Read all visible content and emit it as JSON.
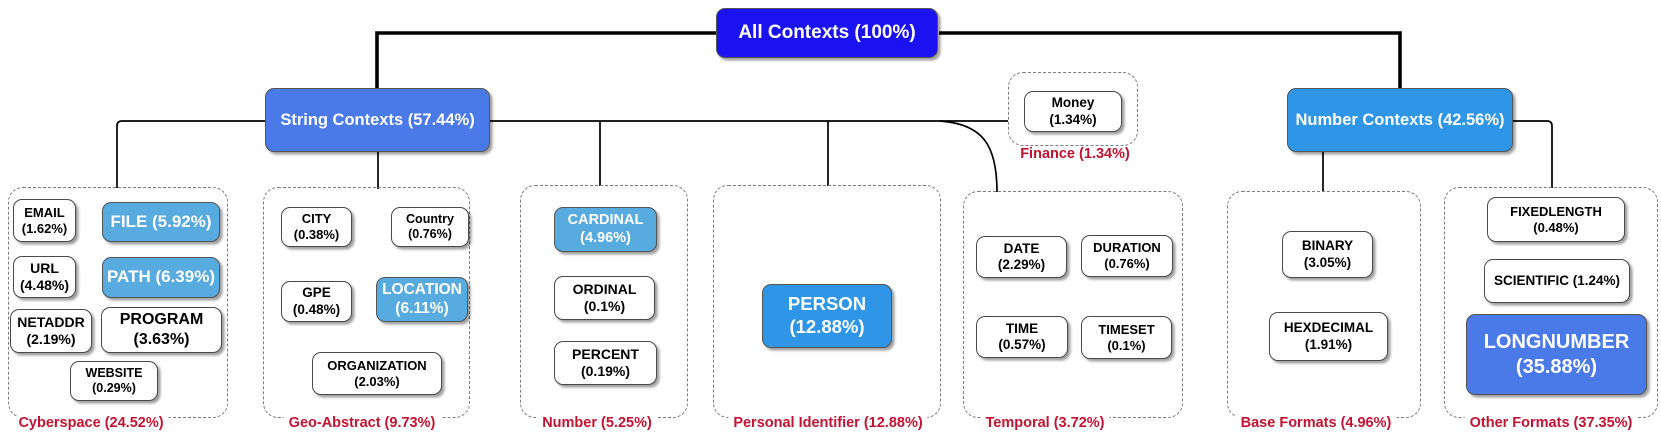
{
  "colors": {
    "root_blue": "#1a12f0",
    "string_branch_blue": "#4a79e8",
    "number_branch_blue": "#2f96e7",
    "highlight_sky_blue": "#58abdf",
    "group_label_red": "#c21330",
    "connector_black": "#000000"
  },
  "root": {
    "label": "All Contexts (100%)"
  },
  "branches": {
    "string": {
      "label": "String Contexts (57.44%)"
    },
    "number": {
      "label": "Number Contexts (42.56%)"
    }
  },
  "finance": {
    "label": "Finance (1.34%)",
    "money": {
      "line1": "Money",
      "line2": "(1.34%)"
    }
  },
  "groups": [
    {
      "label": "Cyberspace (24.52%)",
      "nodes": [
        {
          "line1": "EMAIL",
          "line2": "(1.62%)"
        },
        {
          "line1": "FILE (5.92%)",
          "line2": ""
        },
        {
          "line1": "URL",
          "line2": "(4.48%)"
        },
        {
          "line1": "PATH (6.39%)",
          "line2": ""
        },
        {
          "line1": "NETADDR",
          "line2": "(2.19%)"
        },
        {
          "line1": "PROGRAM",
          "line2": "(3.63%)"
        },
        {
          "line1": "WEBSITE",
          "line2": "(0.29%)"
        }
      ]
    },
    {
      "label": "Geo-Abstract (9.73%)",
      "nodes": [
        {
          "line1": "CITY",
          "line2": "(0.38%)"
        },
        {
          "line1": "Country",
          "line2": "(0.76%)"
        },
        {
          "line1": "GPE",
          "line2": "(0.48%)"
        },
        {
          "line1": "LOCATION",
          "line2": "(6.11%)"
        },
        {
          "line1": "ORGANIZATION",
          "line2": "(2.03%)"
        }
      ]
    },
    {
      "label": "Number (5.25%)",
      "nodes": [
        {
          "line1": "CARDINAL",
          "line2": "(4.96%)"
        },
        {
          "line1": "ORDINAL",
          "line2": "(0.1%)"
        },
        {
          "line1": "PERCENT",
          "line2": "(0.19%)"
        }
      ]
    },
    {
      "label": "Personal Identifier (12.88%)",
      "nodes": [
        {
          "line1": "PERSON",
          "line2": "(12.88%)"
        }
      ]
    },
    {
      "label": "Temporal (3.72%)",
      "nodes": [
        {
          "line1": "DATE",
          "line2": "(2.29%)"
        },
        {
          "line1": "DURATION",
          "line2": "(0.76%)"
        },
        {
          "line1": "TIME",
          "line2": "(0.57%)"
        },
        {
          "line1": "TIMESET",
          "line2": "(0.1%)"
        }
      ]
    },
    {
      "label": "Base Formats (4.96%)",
      "nodes": [
        {
          "line1": "BINARY",
          "line2": "(3.05%)"
        },
        {
          "line1": "HEXDECIMAL",
          "line2": "(1.91%)"
        }
      ]
    },
    {
      "label": "Other Formats (37.35%)",
      "nodes": [
        {
          "line1": "FIXEDLENGTH",
          "line2": "(0.48%)"
        },
        {
          "line1": "SCIENTIFIC (1.24%)",
          "line2": ""
        },
        {
          "line1": "LONGNUMBER",
          "line2": "(35.88%)"
        }
      ]
    }
  ]
}
